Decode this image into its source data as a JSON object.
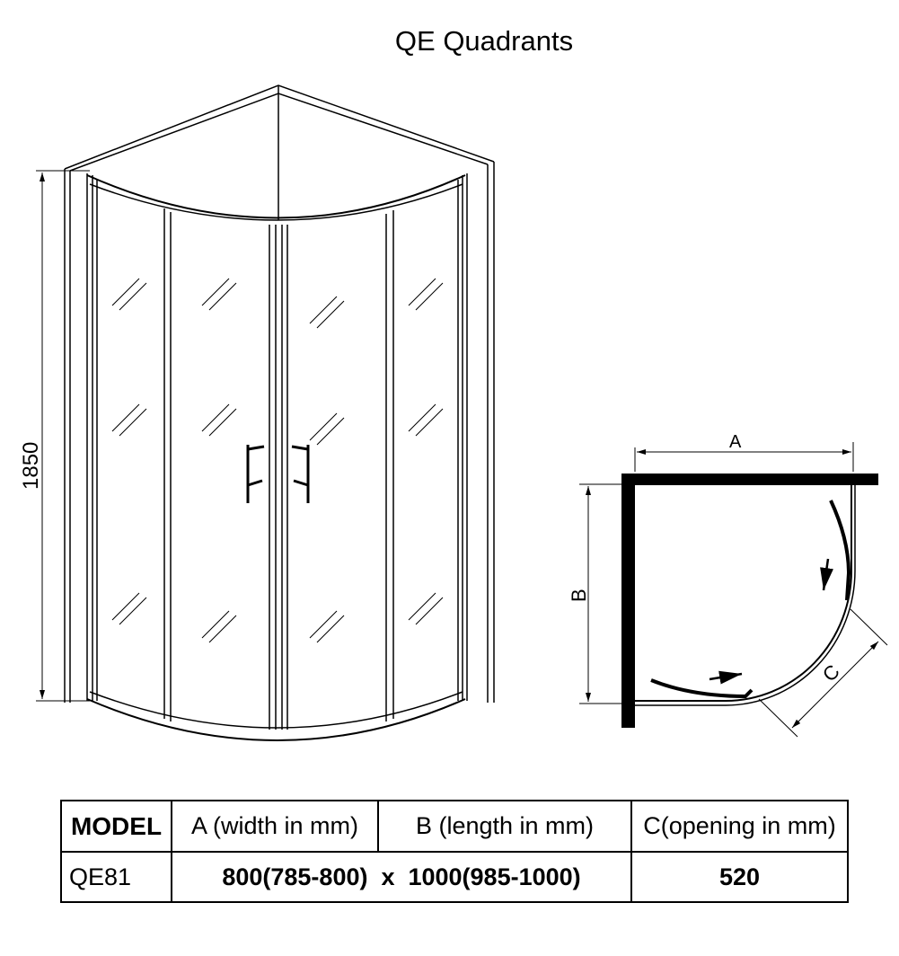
{
  "title": "QE  Quadrants",
  "front_view": {
    "height_label": "1850"
  },
  "plan_view": {
    "label_a": "A",
    "label_b": "B",
    "label_c": "C"
  },
  "table": {
    "headers": [
      "MODEL",
      "A (width in mm)",
      "B (length in mm)",
      "C(opening in mm)"
    ],
    "rows": [
      {
        "model": "QE81",
        "dimensions": "800(785-800)  x  1000(985-1000)",
        "opening": "520"
      }
    ]
  }
}
